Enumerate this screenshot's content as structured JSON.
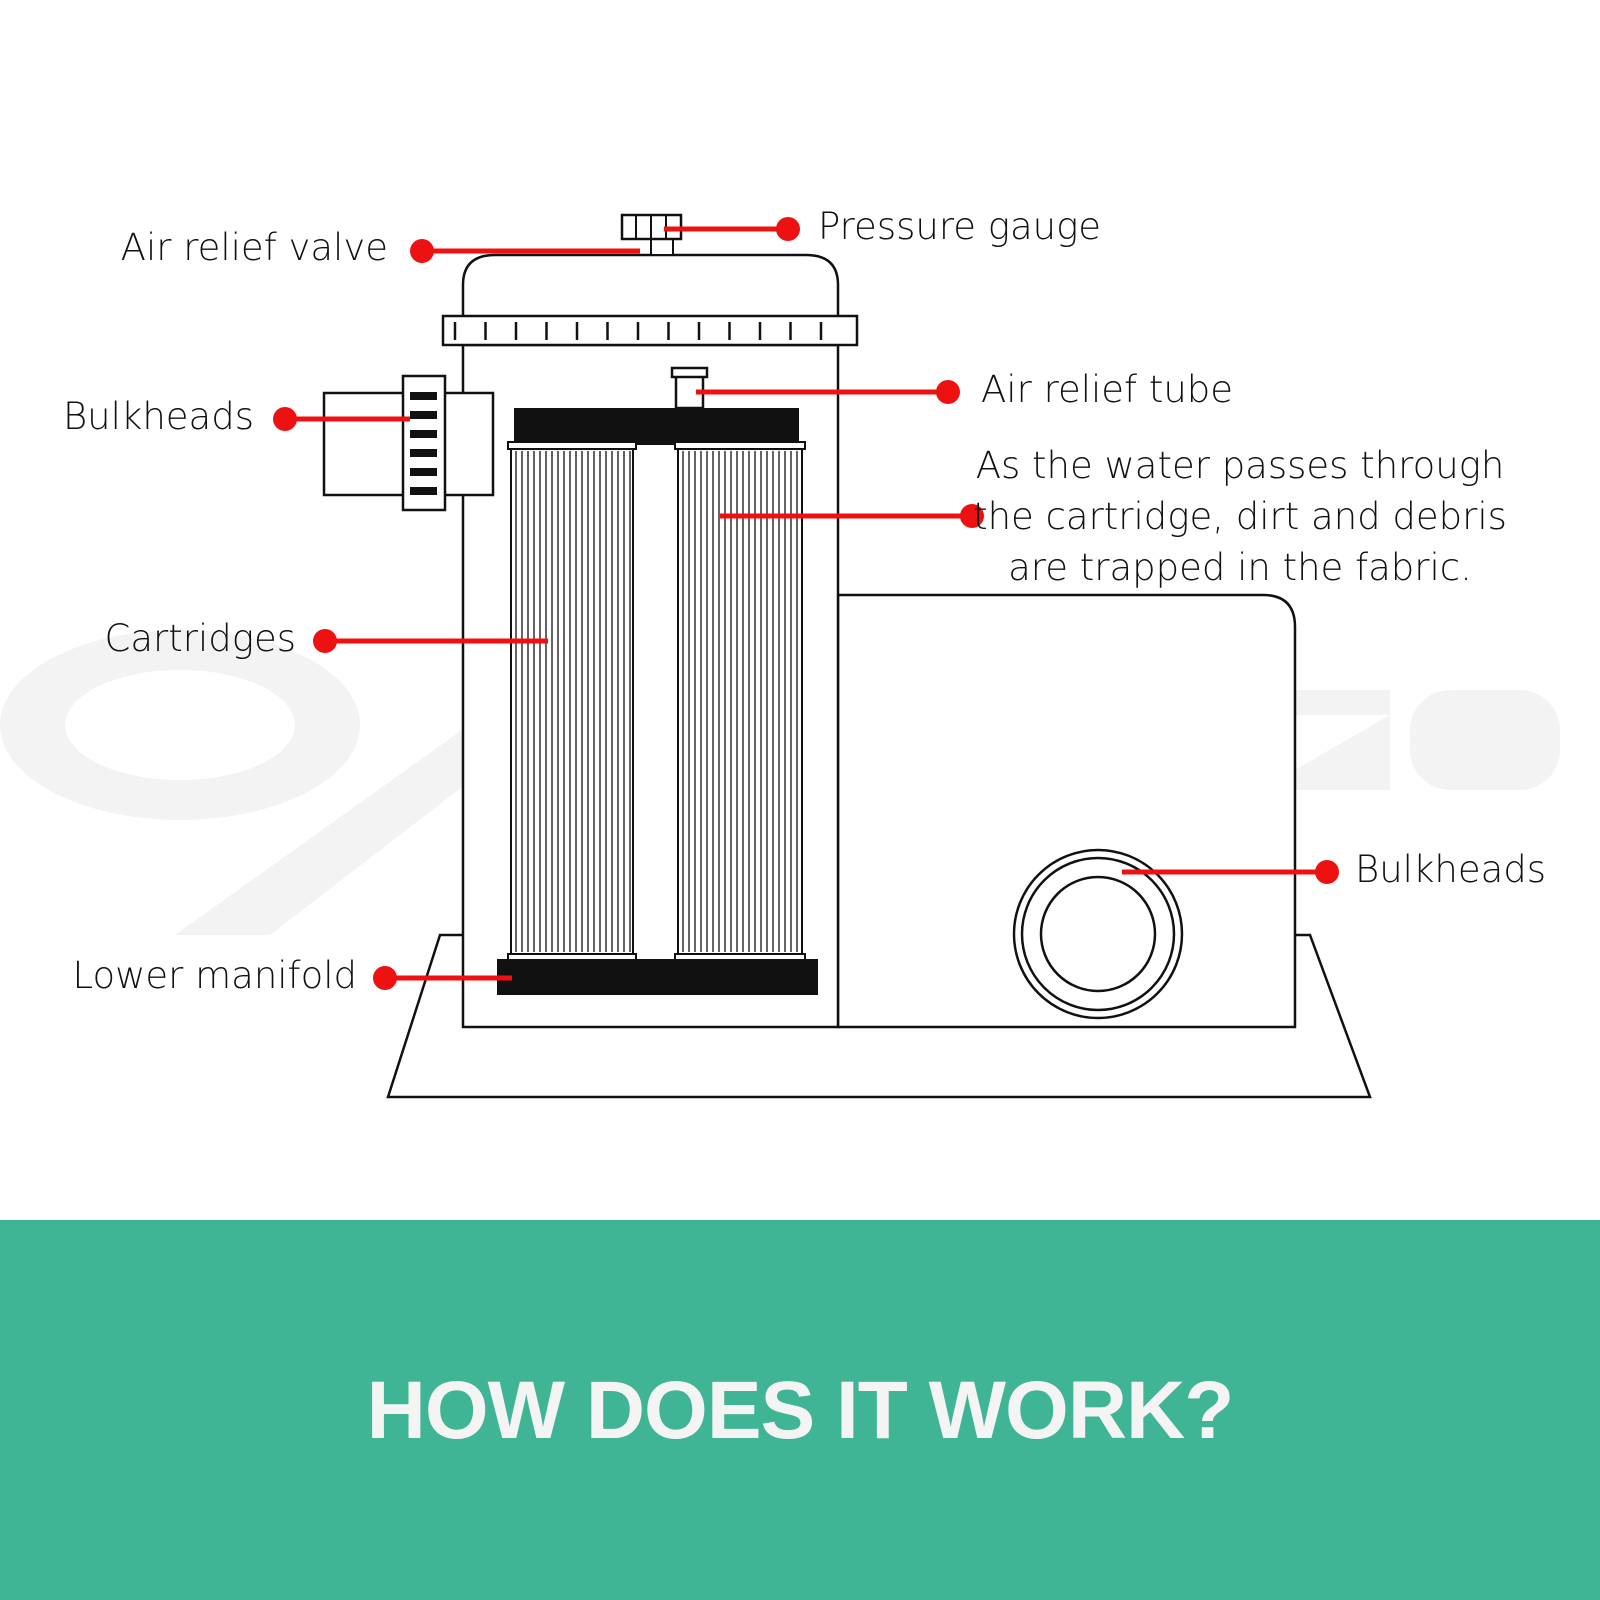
{
  "labels": {
    "air_relief_valve": "Air relief valve",
    "pressure_gauge": "Pressure gauge",
    "bulkheads_left": "Bulkheads",
    "air_relief_tube": "Air relief tube",
    "cartridges": "Cartridges",
    "bulkheads_right": "Bulkheads",
    "lower_manifold": "Lower manifold"
  },
  "note": {
    "line1": "As the water passes through",
    "line2": "the cartridge, dirt and debris",
    "line3": "are trapped in the fabric."
  },
  "watermark": "OzPlaza",
  "banner": {
    "title": "HOW DOES IT WORK?"
  },
  "colors": {
    "leader": "#ee1111",
    "outline": "#111111",
    "banner": "#3fb596",
    "banner_text": "#f4f4f4",
    "watermark": "#f2f2f2"
  }
}
